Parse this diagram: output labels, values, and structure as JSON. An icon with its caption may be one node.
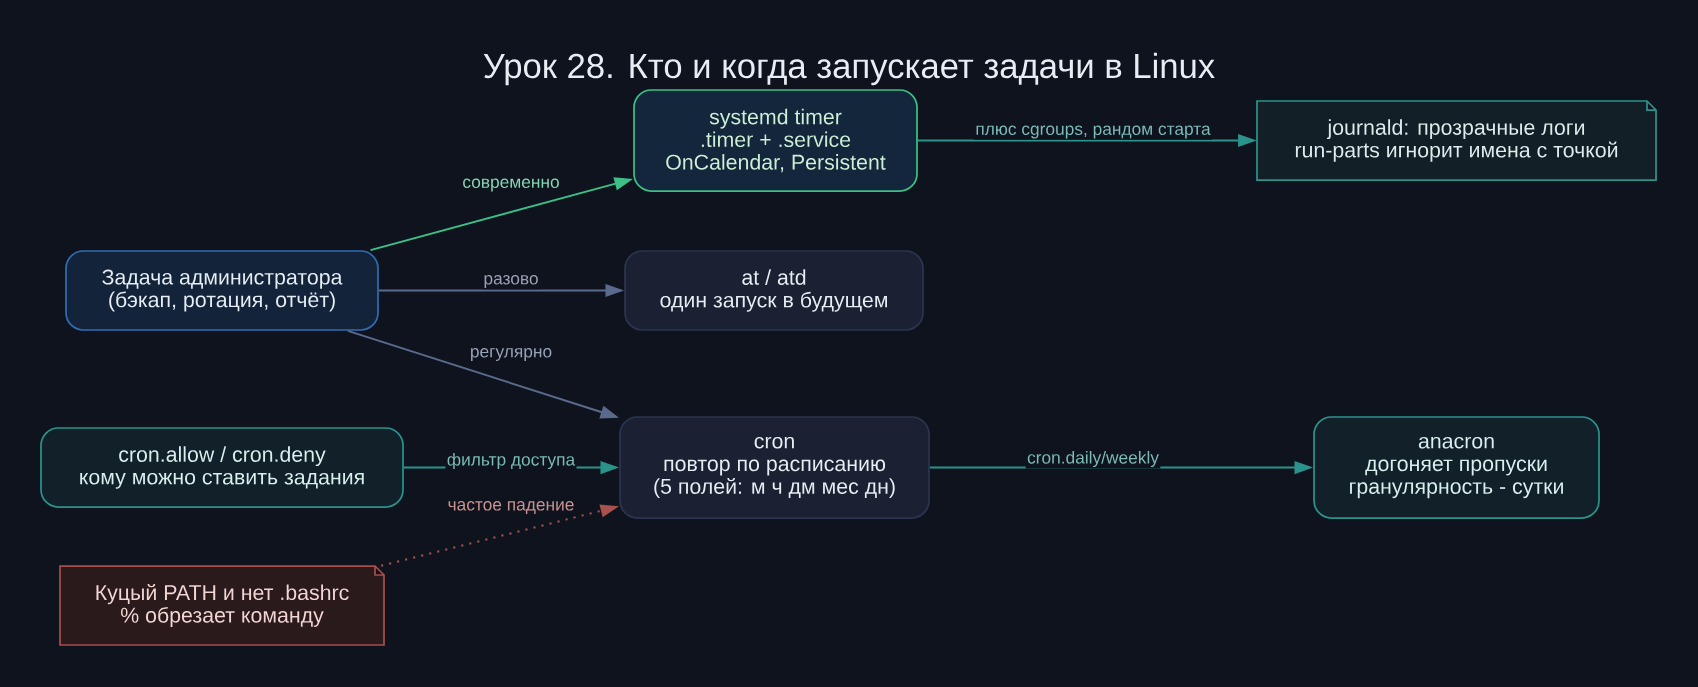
{
  "diagram": {
    "title": "Урок 28. Кто и когда запускает задачи в Linux",
    "nodes": [
      {
        "text": [
          "systemd timer",
          ".timer + .service",
          "OnCalendar, Persistent"
        ]
      },
      {
        "text": [
          "journald: прозрачные логи",
          "run-parts игнорит имена с точкой"
        ]
      },
      {
        "text": [
          "Задача администратора",
          "(бэкап, ротация, отчёт)"
        ]
      },
      {
        "text": [
          "at / atd",
          "один запуск в будущем"
        ]
      },
      {
        "text": [
          "cron.allow / cron.deny",
          "кому можно ставить задания"
        ]
      },
      {
        "text": [
          "cron",
          "повтор по расписанию",
          "(5 полей: м ч дм мес дн)"
        ]
      },
      {
        "text": [
          "anacron",
          "догоняет пропуски",
          "гранулярность - сутки"
        ]
      },
      {
        "text": [
          "Куцый PATH и нет .bashrc",
          "% обрезает команду"
        ]
      }
    ],
    "edges": [
      {
        "from": 2,
        "to": 0,
        "arrow": "to",
        "label": "современно",
        "color": "#3cc086"
      },
      {
        "from": 0,
        "to": 1,
        "arrow": "to",
        "label": "плюс cgroups, рандом старта"
      },
      {
        "from": 2,
        "to": 3,
        "arrow": "to",
        "label": "разово",
        "color": "#5a6a8c"
      },
      {
        "from": 2,
        "to": 5,
        "arrow": "to",
        "label": "регулярно",
        "color": "#5a6a8c"
      },
      {
        "from": 4,
        "to": 5,
        "arrow": "to",
        "label": "фильтр доступа"
      },
      {
        "from": 5,
        "to": 6,
        "arrow": "to",
        "label": "cron.daily/weekly"
      },
      {
        "from": 7,
        "to": 5,
        "arrow": "to",
        "label": "частое падение",
        "style": "dashed",
        "color": "#a9514c"
      }
    ]
  }
}
